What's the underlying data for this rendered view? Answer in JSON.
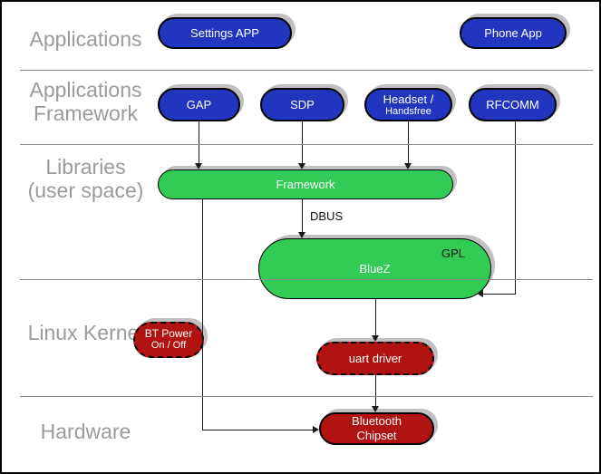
{
  "colors": {
    "blue": "#2135BE",
    "green": "#31CB55",
    "red": "#B11312",
    "gray_label": "#9B9B9B",
    "shadow": "#C0C0C0",
    "divider": "#8A8A8A",
    "line": "#1A1A1A"
  },
  "layers": {
    "applications": "Applications",
    "applications_framework": "Applications\nFramework",
    "libraries": "Libraries\n(user space)",
    "linux_kernel": "Linux Kernel",
    "hardware": "Hardware"
  },
  "nodes": {
    "settings_app": "Settings APP",
    "phone_app": "Phone App",
    "gap": "GAP",
    "sdp": "SDP",
    "headset_line1": "Headset /",
    "headset_line2": "Handsfree",
    "rfcomm": "RFCOMM",
    "framework": "Framework",
    "bluez": "BlueZ",
    "bluez_tag": "GPL",
    "bt_power_line1": "BT Power",
    "bt_power_line2": "On / Off",
    "uart_driver": "uart driver",
    "bluetooth_chipset": "Bluetooth\nChipset"
  },
  "edges": {
    "dbus_label": "DBUS"
  }
}
